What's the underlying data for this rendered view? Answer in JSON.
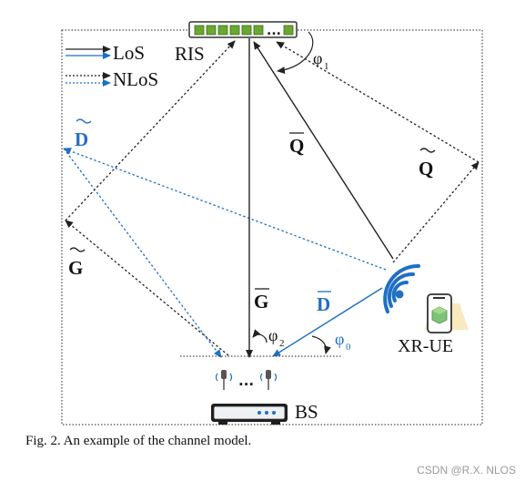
{
  "legend": {
    "los": "LoS",
    "nlos": "NLoS"
  },
  "labels": {
    "ris": "RIS",
    "bs": "BS",
    "ue": "XR-UE",
    "d_tilde": "D",
    "g_tilde": "G",
    "q_tilde": "Q",
    "q_bar": "Q",
    "g_bar": "G",
    "d_bar": "D",
    "phi1": "φ",
    "phi1_sub": "1",
    "phi2": "φ",
    "phi2_sub": "2",
    "phi0": "φ",
    "phi0_sub": "0",
    "dots_ris": "...",
    "dots_bs": "..."
  },
  "caption": "Fig. 2.   An example of the channel model.",
  "watermark": "CSDN @R.X. NLOS",
  "colors": {
    "black_link": "#222222",
    "blue_link": "#1f6fc4",
    "ris_element": "#6aa832",
    "tilde_d_label": "#1f6fc4"
  },
  "icons": {
    "ris": "ris-panel-icon",
    "bs": "base-station-icon",
    "ue": "xr-headset-phone-icon",
    "signal": "wireless-signal-icon"
  }
}
